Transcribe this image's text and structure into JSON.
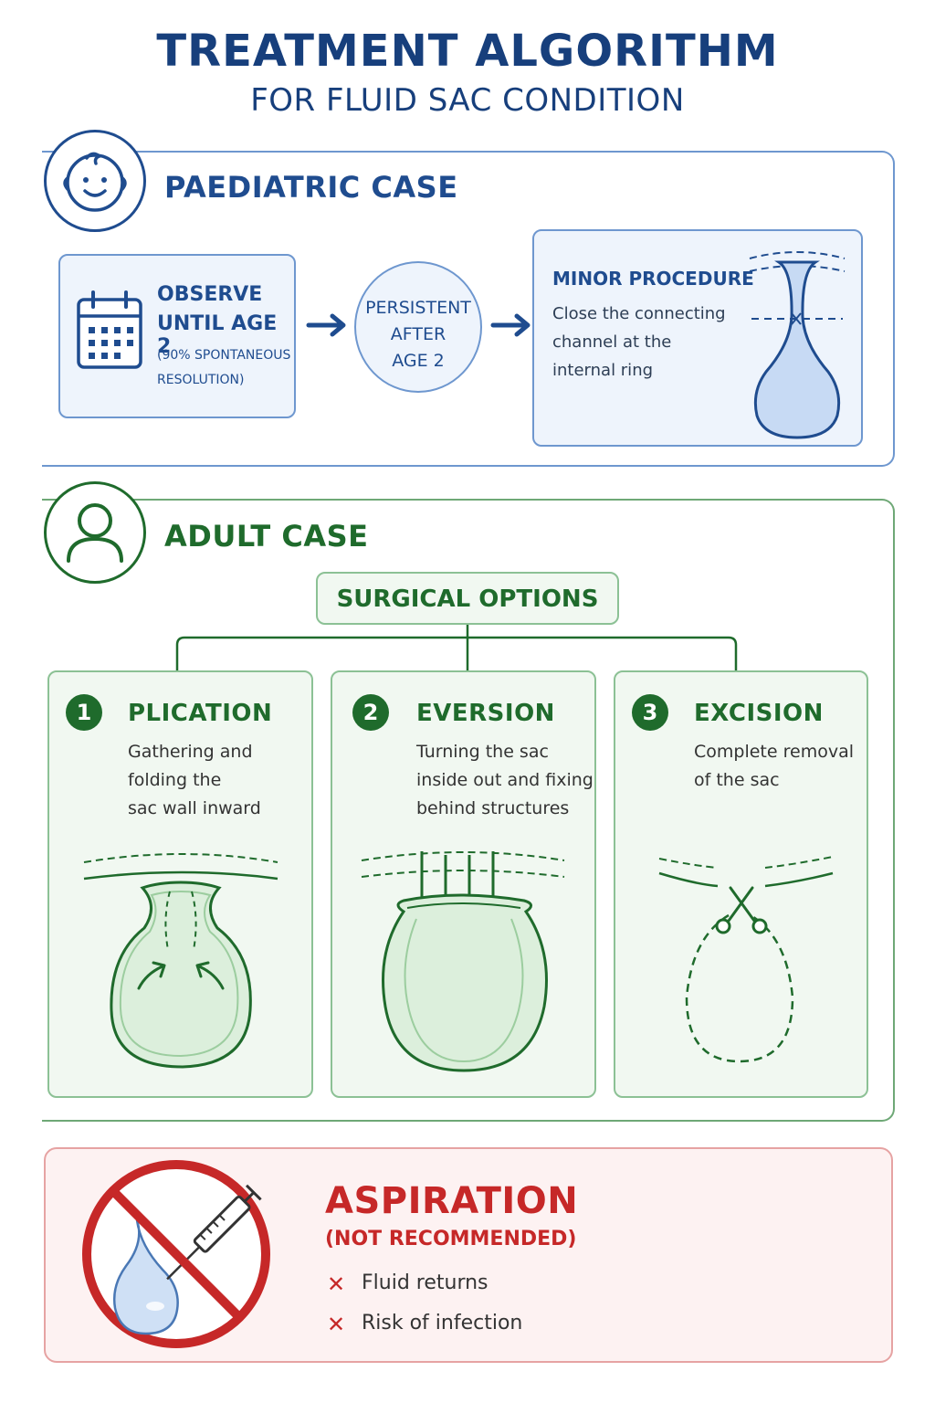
{
  "header": {
    "title": "TREATMENT ALGORITHM",
    "subtitle": "FOR FLUID SAC CONDITION"
  },
  "paediatric": {
    "title": "PAEDIATRIC CASE",
    "icon": "baby-face-icon",
    "observe": {
      "icon": "calendar-icon",
      "line1": "OBSERVE",
      "line2": "UNTIL AGE 2",
      "note1": "(90% SPONTANEOUS",
      "note2": "RESOLUTION)"
    },
    "persistent": {
      "line1": "PERSISTENT",
      "line2": "AFTER",
      "line3": "AGE 2"
    },
    "procedure": {
      "title": "MINOR PROCEDURE",
      "line1": "Close the connecting",
      "line2": "channel at the",
      "line3": "internal ring"
    }
  },
  "adult": {
    "title": "ADULT CASE",
    "icon": "person-icon",
    "surgical_options": "SURGICAL OPTIONS",
    "options": [
      {
        "number": "1",
        "title": "PLICATION",
        "lines": [
          "Gathering and",
          "folding the",
          "sac wall inward"
        ]
      },
      {
        "number": "2",
        "title": "EVERSION",
        "lines": [
          "Turning the sac",
          "inside out and fixing",
          "behind structures"
        ]
      },
      {
        "number": "3",
        "title": "EXCISION",
        "lines": [
          "Complete removal",
          "of the sac"
        ]
      }
    ]
  },
  "aspiration": {
    "title": "ASPIRATION",
    "subtitle": "(NOT RECOMMENDED)",
    "icon": "no-syringe-icon",
    "items": [
      "Fluid returns",
      "Risk of infection"
    ]
  },
  "colors": {
    "blue": "#1f4c8f",
    "green": "#1f6b2c",
    "red": "#c62828"
  }
}
